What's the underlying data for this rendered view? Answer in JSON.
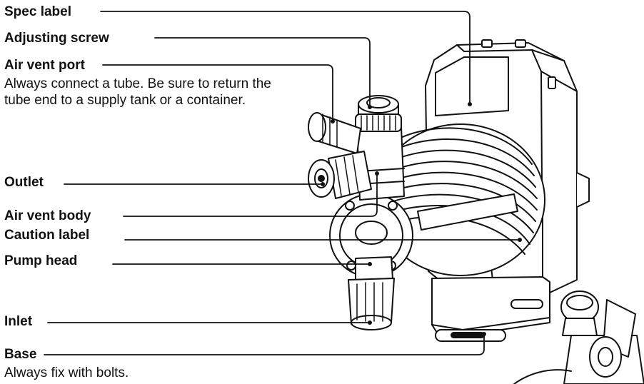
{
  "labels": {
    "spec_label": "Spec label",
    "adjusting_screw": "Adjusting screw",
    "air_vent_port": "Air vent port",
    "air_vent_port_note": "Always connect a tube. Be sure to return the tube end to a supply tank or a container.",
    "outlet": "Outlet",
    "air_vent_body": "Air vent body",
    "caution_label": "Caution label",
    "pump_head": "Pump head",
    "inlet": "Inlet",
    "base": "Base",
    "base_note": "Always fix with bolts."
  }
}
